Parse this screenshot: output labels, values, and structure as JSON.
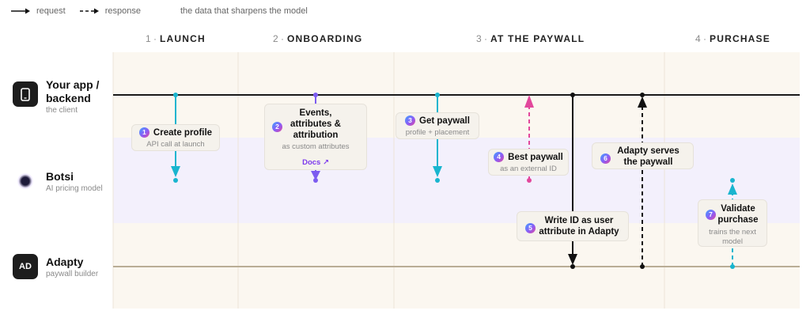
{
  "legend": {
    "request": "request",
    "response": "response",
    "model_data": "the data that sharpens the model"
  },
  "stages": [
    {
      "num": "1 ·",
      "label": "LAUNCH"
    },
    {
      "num": "2 ·",
      "label": "ONBOARDING"
    },
    {
      "num": "3 ·",
      "label": "AT THE PAYWALL"
    },
    {
      "num": "4 ·",
      "label": "PURCHASE"
    }
  ],
  "actors": {
    "app": {
      "name_line1": "Your app /",
      "name_line2": "backend",
      "sub": "the client"
    },
    "botsi": {
      "name": "Botsi",
      "sub": "AI pricing model"
    },
    "adapty": {
      "name": "Adapty",
      "sub": "paywall builder",
      "icon_text": "AD"
    }
  },
  "steps": [
    {
      "num": "1",
      "title": "Create profile",
      "sub": "API call at launch"
    },
    {
      "num": "2",
      "title_line1": "Events,",
      "title_line2": "attributes &",
      "title_line3": "attribution",
      "sub": "as custom attributes",
      "link": "Docs ↗"
    },
    {
      "num": "3",
      "title": "Get paywall",
      "sub": "profile + placement"
    },
    {
      "num": "4",
      "title": "Best paywall",
      "sub": "as an external ID"
    },
    {
      "num": "5",
      "title_line1": "Write ID as user",
      "title_line2": "attribute in Adapty"
    },
    {
      "num": "6",
      "title_line1": "Adapty serves",
      "title_line2": "the paywall"
    },
    {
      "num": "7",
      "title_line1": "Validate",
      "title_line2": "purchase",
      "sub": "trains the next model"
    }
  ],
  "colors": {
    "request_arrow": "#19b5cf",
    "onboarding_arrow": "#7c5cf0",
    "best_paywall_arrow": "#e2479c",
    "lane_line": "#1a1a1a",
    "adapty_line": "#b9ad95",
    "botsi_band": "#f3f0fc",
    "stage_band": "#fbf7f0"
  },
  "icons": {
    "app": "phone-icon",
    "botsi": "dot-icon"
  }
}
